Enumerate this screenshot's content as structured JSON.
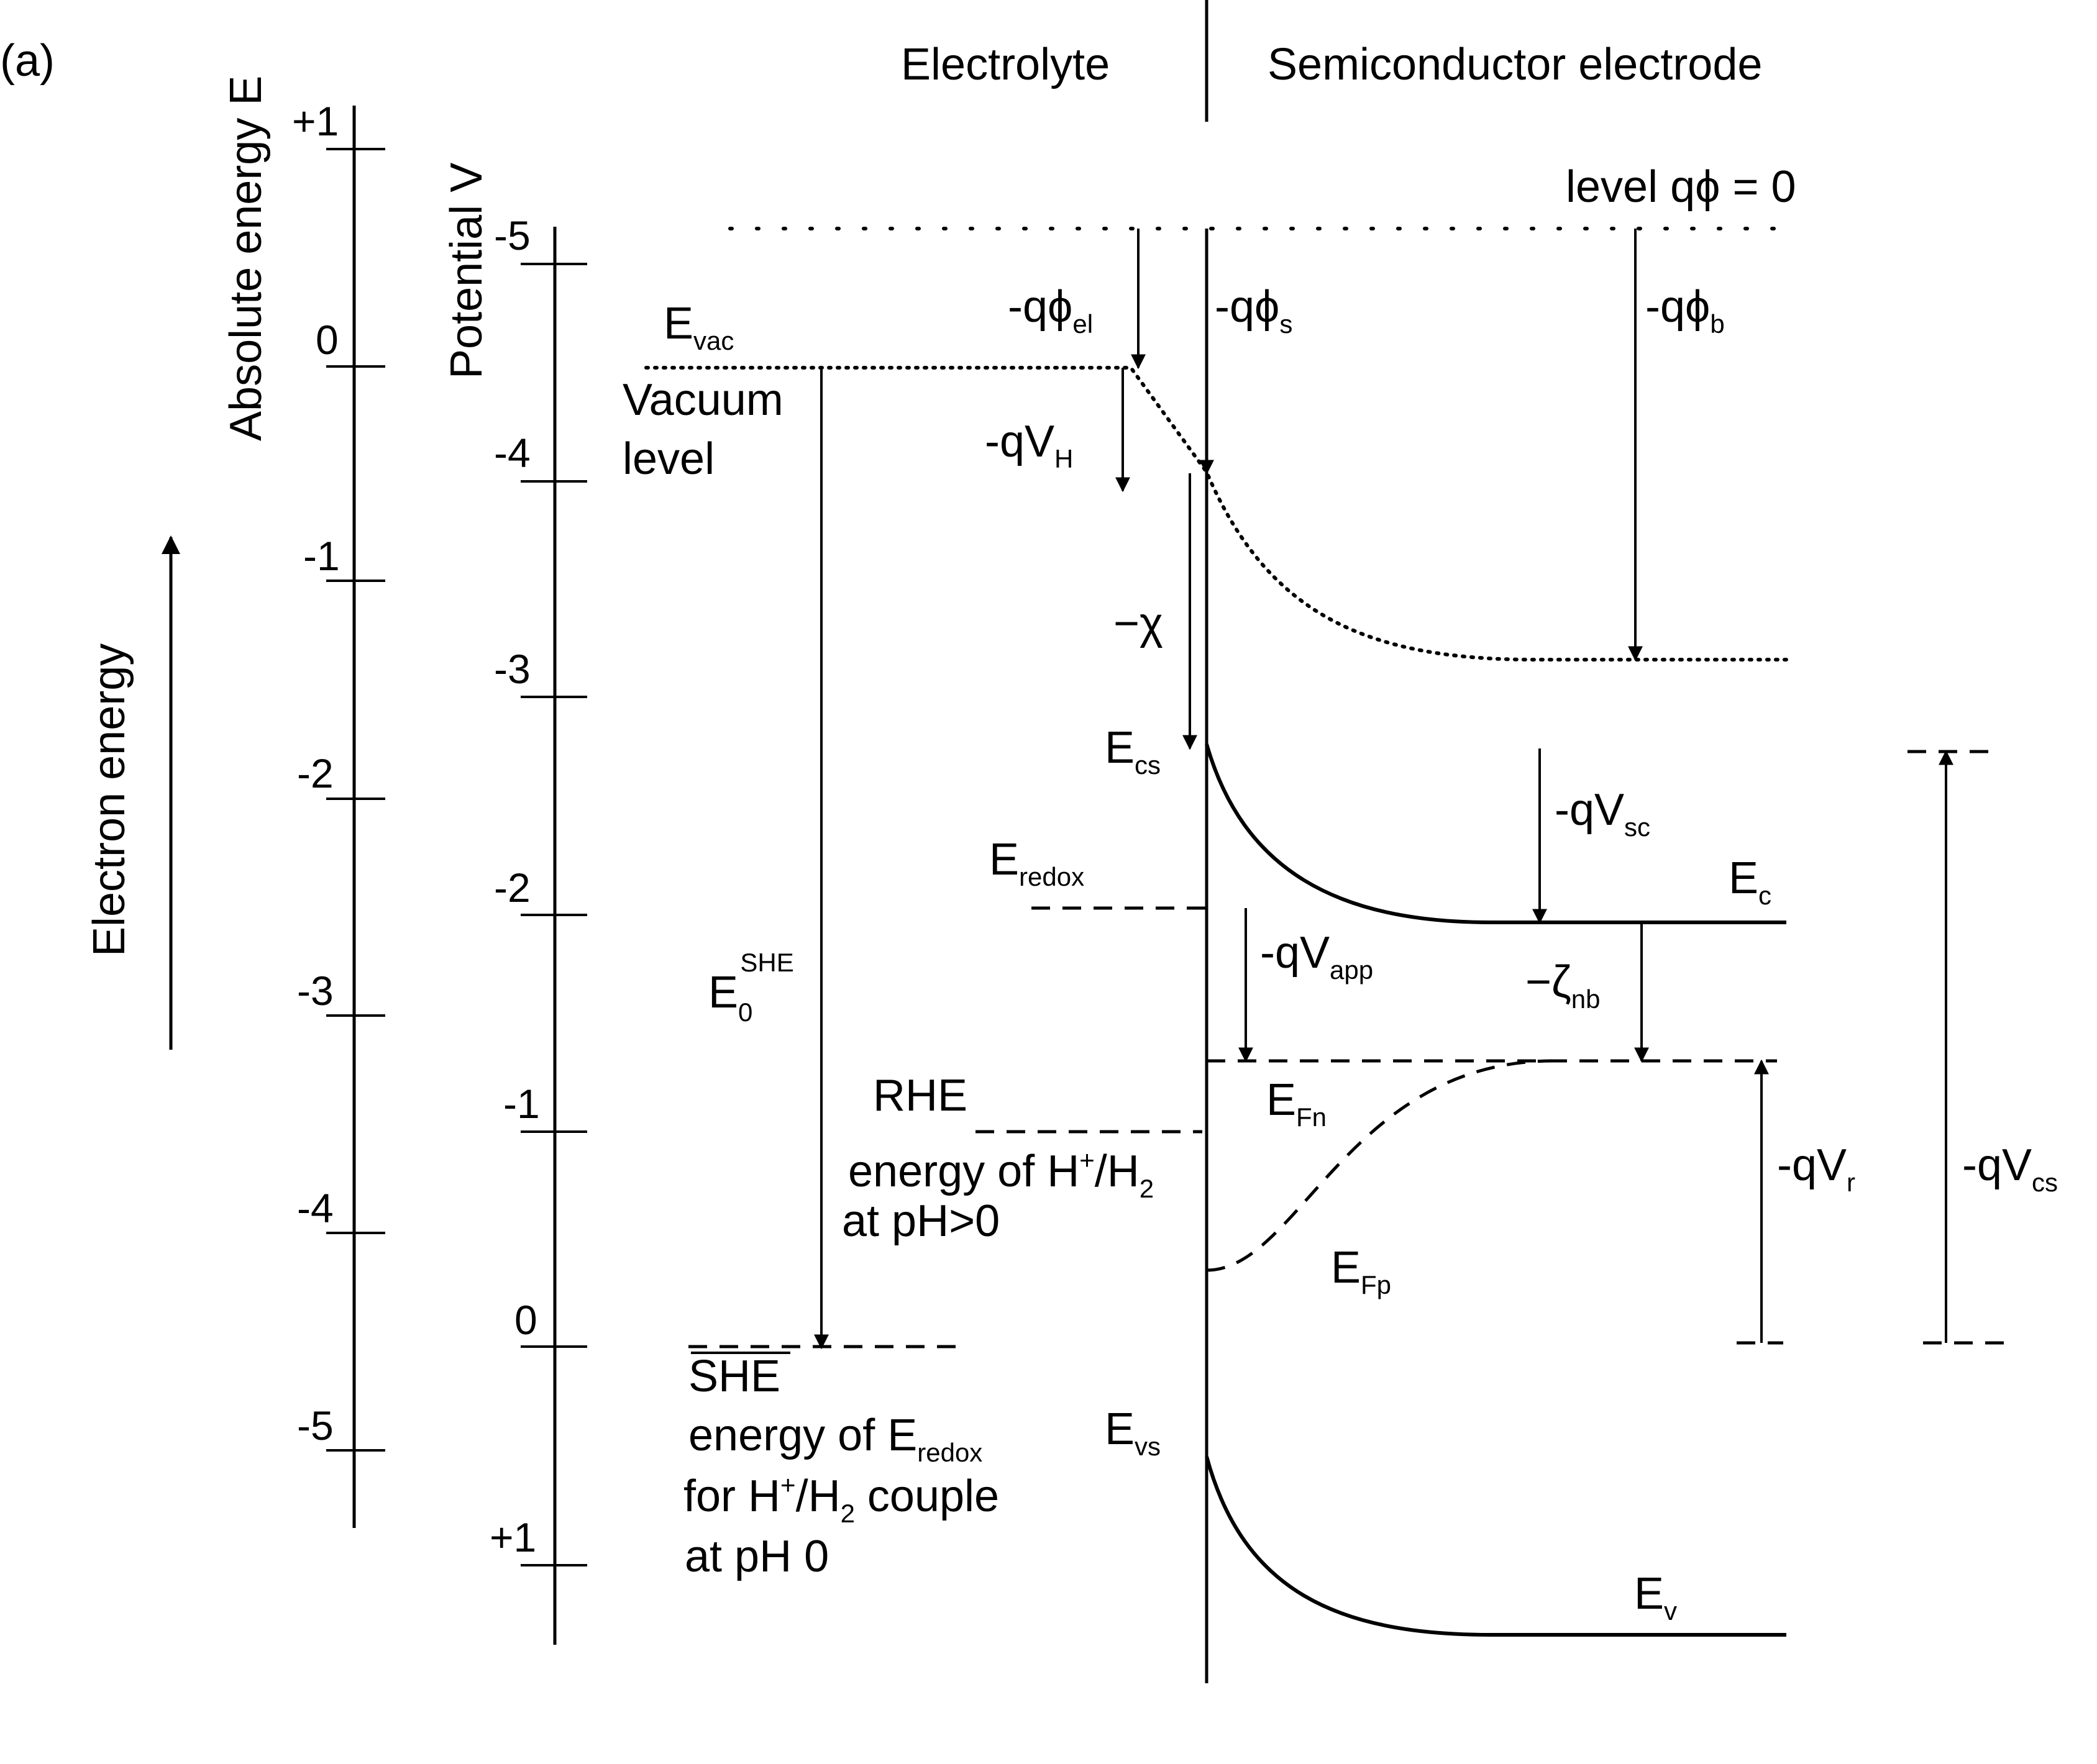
{
  "panel_label": "(a)",
  "headers": {
    "electrolyte": "Electrolyte",
    "semiconductor": "Semiconductor electrode"
  },
  "axes": {
    "absolute_energy": {
      "label": "Absolute energy E",
      "ticks": [
        "+1",
        "0",
        "-1",
        "-2",
        "-3",
        "-4",
        "-5"
      ]
    },
    "potential": {
      "label": "Potential V",
      "ticks": [
        "-5",
        "-4",
        "-3",
        "-2",
        "-1",
        "0",
        "+1"
      ]
    },
    "electron_energy": "Electron energy"
  },
  "labels": {
    "level_q_phi_zero": "level qϕ = 0",
    "e_vac": {
      "main": "E",
      "sub": "vac"
    },
    "vacuum_level_1": "Vacuum",
    "vacuum_level_2": "level",
    "neg_q_phi_el": {
      "main": "-qϕ",
      "sub": "el"
    },
    "neg_q_phi_s": {
      "main": "-qϕ",
      "sub": "s"
    },
    "neg_q_phi_b": {
      "main": "-qϕ",
      "sub": "b"
    },
    "neg_q_v_h": {
      "main": "-qV",
      "sub": "H"
    },
    "neg_chi": "−χ",
    "e_cs": {
      "main": "E",
      "sub": "cs"
    },
    "neg_q_v_sc": {
      "main": "-qV",
      "sub": "sc"
    },
    "e_c": {
      "main": "E",
      "sub": "c"
    },
    "e_redox": {
      "main": "E",
      "sub": "redox"
    },
    "neg_q_v_app": {
      "main": "-qV",
      "sub": "app"
    },
    "neg_zeta_nb": {
      "main": "−ζ",
      "sub": "nb"
    },
    "e0_she": {
      "main": "E",
      "sub": "0",
      "sup": "SHE"
    },
    "rhe": "RHE",
    "e_fn": {
      "main": "E",
      "sub": "Fn"
    },
    "rhe_energy_1": {
      "pre": "energy of H",
      "sup": "+",
      "mid": "/H",
      "sub": "2"
    },
    "rhe_energy_2": "at pH>0",
    "neg_q_v_r": {
      "main": "-qV",
      "sub": "r"
    },
    "neg_q_v_cs": {
      "main": "-qV",
      "sub": "cs"
    },
    "e_fp": {
      "main": "E",
      "sub": "Fp"
    },
    "she": "SHE",
    "she_energy_1": {
      "pre": "energy of E",
      "sub": "redox"
    },
    "she_energy_2": {
      "pre": "for H",
      "sup": "+",
      "mid": "/H",
      "sub": "2",
      "post": " couple"
    },
    "she_energy_3": "at pH 0",
    "e_vs": {
      "main": "E",
      "sub": "vs"
    },
    "e_v": {
      "main": "E",
      "sub": "v"
    }
  }
}
